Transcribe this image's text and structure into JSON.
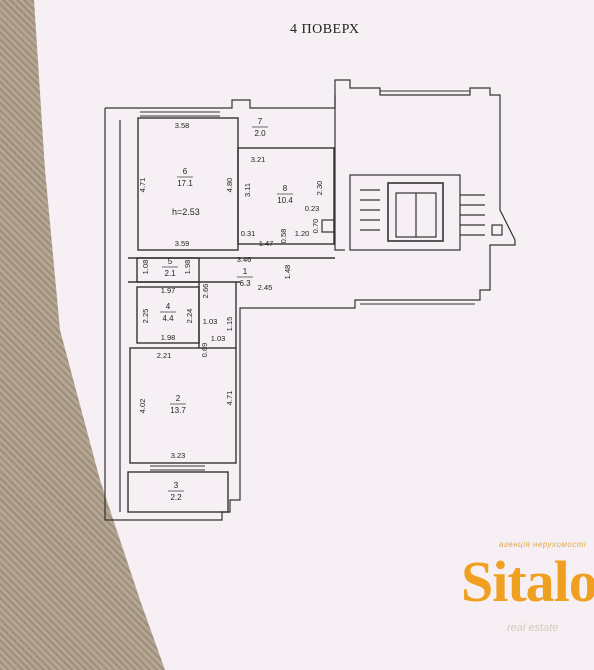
{
  "plan": {
    "title": "4 ПОВЕРХ"
  },
  "rooms": [
    {
      "num": "6",
      "area": "17.1"
    },
    {
      "num": "7",
      "area": "2.0"
    },
    {
      "num": "8",
      "area": "10.4"
    },
    {
      "num": "5",
      "area": "2.1"
    },
    {
      "num": "1",
      "area": "6.3"
    },
    {
      "num": "4",
      "area": "4.4"
    },
    {
      "num": "2",
      "area": "13.7"
    },
    {
      "num": "3",
      "area": "2.2"
    }
  ],
  "ceiling_height": "h=2.53",
  "dimensions": [
    "3.58",
    "4.71",
    "4.80",
    "3.59",
    "3.21",
    "3.11",
    "2.30",
    "0.23",
    "0.70",
    "0.31",
    "1.47",
    "0.58",
    "1.20",
    "3.46",
    "1.48",
    "1.08",
    "1.98",
    "2.66",
    "2.45",
    "1.97",
    "2.25",
    "2.24",
    "1.03",
    "1.15",
    "1.98",
    "0.69",
    "1.03",
    "2.21",
    "4.02",
    "4.71",
    "3.23"
  ],
  "branding": {
    "agency": "агенція нерухомості",
    "brand": "Sitalo",
    "tagline": "real estate"
  }
}
